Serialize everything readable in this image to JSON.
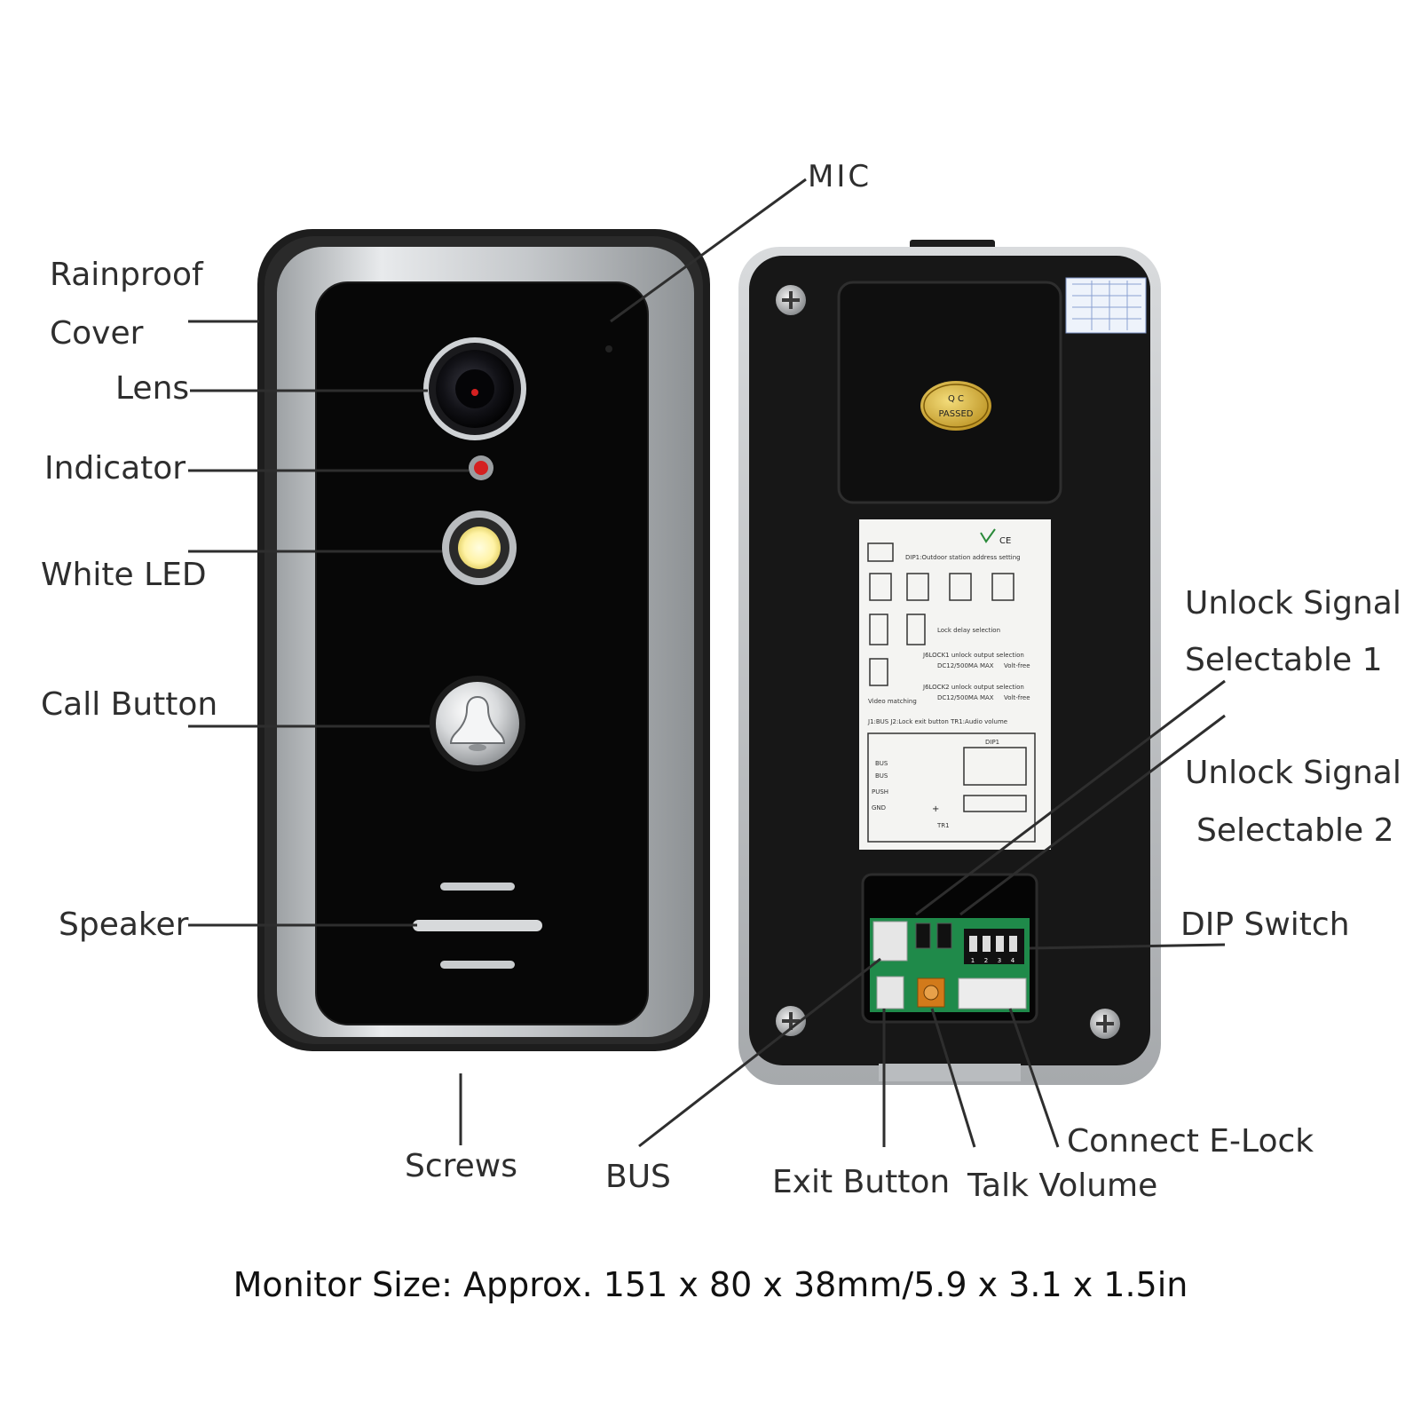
{
  "labels": {
    "rainproof_line1": "Rainproof",
    "rainproof_line2": "Cover",
    "lens": "Lens",
    "indicator": "Indicator",
    "white_led": "White LED",
    "call_button": "Call Button",
    "speaker": "Speaker",
    "screws": "Screws",
    "mic": "MIC",
    "unlock1_line1": "Unlock Signal",
    "unlock1_line2": "Selectable 1",
    "unlock2_line1": "Unlock Signal",
    "unlock2_line2": "Selectable 2",
    "dip_switch": "DIP Switch",
    "connect_elock": "Connect E-Lock",
    "bus": "BUS",
    "exit_button": "Exit Button",
    "talk_volume": "Talk Volume"
  },
  "qc_sticker": {
    "line1": "Q C",
    "line2": "PASSED"
  },
  "spec_sheet": {
    "dip_caption": "DIP1:Outdoor station address setting",
    "lock_delay": "Lock delay selection",
    "lock1": "J6LOCK1 unlock output selection",
    "lock2": "J6LOCK2 unlock output selection",
    "dc_rating": "DC12/500MA MAX",
    "volt_free": "Volt-free",
    "video_matching": "Video matching",
    "jumper_legend": "J1:BUS   J2:Lock exit button   TR1:Audio volume",
    "terminal_bus1": "BUS",
    "terminal_bus2": "BUS",
    "terminal_push": "PUSH",
    "terminal_gnd": "GND",
    "dip1": "DIP1",
    "tr1": "TR1"
  },
  "dip_switch_numbers": [
    "1",
    "2",
    "3",
    "4"
  ],
  "footer": "Monitor Size: Approx. 151 x 80 x 38mm/5.9 x 3.1 x 1.5in",
  "colors": {
    "panel_black": "#0a0a0a",
    "frame_silver": "#c8cbcd",
    "cover_dark": "#1f1f1f",
    "led_yellow": "#fff3a6",
    "indicator_red": "#d42020",
    "pcb_green": "#1f8a4a",
    "sticker_gold": "#c9a227"
  }
}
